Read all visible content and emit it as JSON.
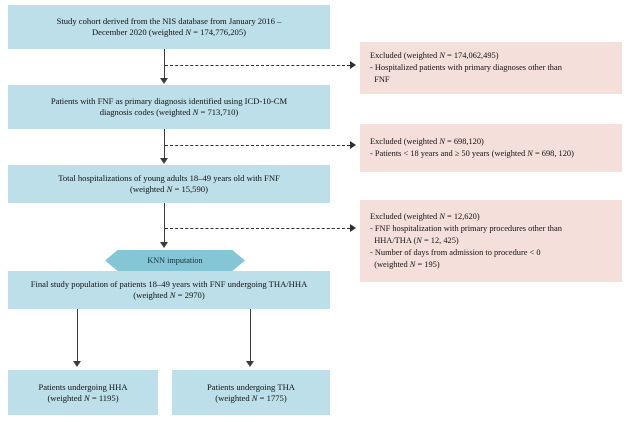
{
  "diagram": {
    "title": "Study cohort selection flow diagram",
    "colors": {
      "box_fill": "#bcdfe9",
      "excluded_fill": "#f5dfdb",
      "process_fill": "#84c6d6",
      "connector": "#3b3b3b",
      "background": "#ffffff"
    },
    "nodes": [
      {
        "id": "cohort",
        "line1": "Study cohort derived from the NIS database from January 2016 –",
        "line2": "December 2020 (weighted N = 174,776,205)"
      },
      {
        "id": "fnf-primary",
        "line1": "Patients with FNF as primary diagnosis identified using ICD-10-CM",
        "line2": "diagnosis codes (weighted N = 713,710)"
      },
      {
        "id": "young-adults",
        "line1": "Total hospitalizations of young adults 18–49 years old with FNF",
        "line2": "(weighted N = 15,590)"
      },
      {
        "id": "final-population",
        "line1": "Final study population of patients 18–49 years with FNF undergoing THA/HHA",
        "line2": "(weighted N = 2970)"
      }
    ],
    "process": {
      "id": "knn-imputation",
      "label": "KNN imputation"
    },
    "exclusions": [
      {
        "id": "excluded-1",
        "header": "Excluded (weighted N = 174,062,495)",
        "items": [
          "- Hospitalized patients with primary diagnoses other than",
          "  FNF"
        ]
      },
      {
        "id": "excluded-2",
        "header": "Excluded (weighted N = 698,120)",
        "items": [
          "- Patients < 18 years and ≥ 50 years (weighted N = 698, 120)"
        ]
      },
      {
        "id": "excluded-3",
        "header": "Excluded (weighted N = 12,620)",
        "items": [
          "- FNF hospitalization with primary procedures other than",
          "  HHA/THA (N = 12, 425)",
          "- Number of days from admission to procedure < 0",
          "  (weighted N = 195)"
        ]
      }
    ],
    "outcomes": [
      {
        "id": "hha",
        "line1": "Patients undergoing HHA",
        "line2": "(weighted N = 1195)"
      },
      {
        "id": "tha",
        "line1": "Patients undergoing THA",
        "line2": "(weighted N = 1775)"
      }
    ]
  }
}
